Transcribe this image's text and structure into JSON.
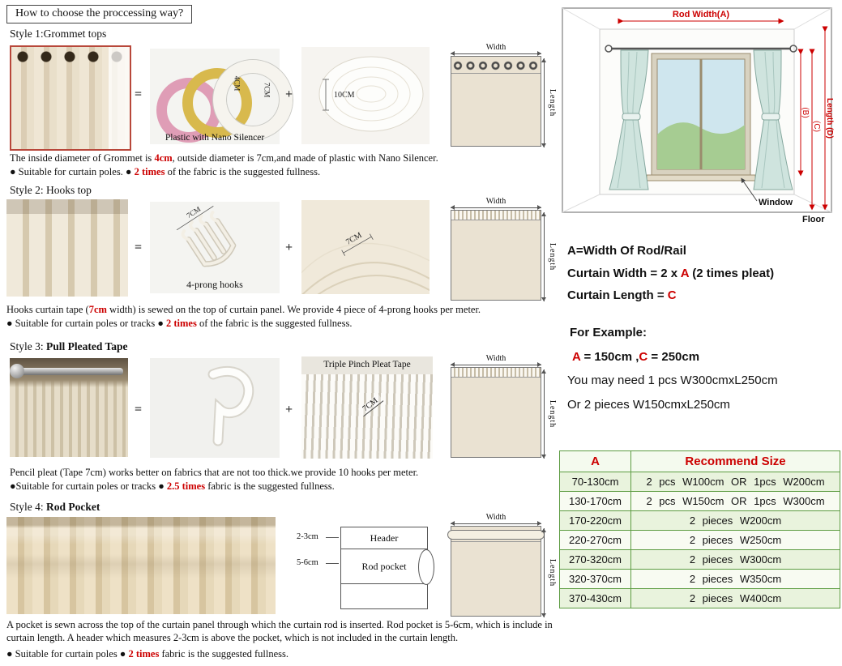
{
  "colors": {
    "accent_red": "#cc0000",
    "table_green": "#5d9c42",
    "curtain_teal": "#cfe4de",
    "panel_beige": "#eae2d2"
  },
  "header": {
    "title": "How to choose the proccessing way?"
  },
  "symbols": {
    "equals": "=",
    "plus": "+"
  },
  "dim_labels": {
    "width": "Width",
    "length": "Length"
  },
  "styles": [
    {
      "title_prefix": "Style 1:",
      "title_name": "Grommet tops",
      "img_labels": {
        "inner": "4CM",
        "outer": "7CM",
        "roll": "10CM"
      },
      "caption": "Plastic with Nano Silencer",
      "desc_1": "The inside diameter of Grommet is ",
      "desc_red": "4cm",
      "desc_2": ", outside diameter is 7cm,and made of  plastic with Nano Silencer.",
      "bullet_1": "● Suitable for curtain poles. ● ",
      "bullet_red": "2 times",
      "bullet_2": " of the fabric is the suggested fullness."
    },
    {
      "title_prefix": "Style 2: ",
      "title_name": "Hooks top",
      "img_labels": {
        "hook": "7CM",
        "tape": "7CM"
      },
      "caption": "4-prong hooks",
      "desc_1": "Hooks curtain tape (",
      "desc_red": "7cm",
      "desc_2": " width) is sewed on the top of curtain panel. We provide 4 piece of 4-prong hooks per meter.",
      "bullet_1": "● Suitable for curtain poles or tracks ● ",
      "bullet_red": "2 times",
      "bullet_2": " of the fabric is the suggested fullness."
    },
    {
      "title_prefix": "Style 3: ",
      "title_name": "Pull Pleated Tape",
      "img_labels": {
        "tape": "7CM"
      },
      "caption": "Triple Pinch Pleat Tape",
      "desc_1": "Pencil pleat (Tape 7cm) works better on fabrics that are not too thick.we provide 10 hooks per meter.",
      "desc_red": "",
      "desc_2": "",
      "bullet_1": "●Suitable for curtain poles or tracks ● ",
      "bullet_red": "2.5 times",
      "bullet_2": " fabric is the suggested fullness."
    },
    {
      "title_prefix": "Style 4: ",
      "title_name": "Rod Pocket",
      "img_labels": {
        "header_h": "2-3cm",
        "pocket_h": "5-6cm"
      },
      "box_labels": {
        "header": "Header",
        "pocket": "Rod pocket"
      },
      "desc_1": "A pocket is sewn across the top of the curtain panel through which the curtain rod is inserted. Rod pocket is 5-6cm, which is include in curtain length. A header which measures 2-3cm is above the pocket, which is not included in the curtain length.",
      "desc_red": "",
      "desc_2": "",
      "bullet_1": "● Suitable for curtain poles ● ",
      "bullet_red": "2 times",
      "bullet_2": " fabric is the suggested fullness."
    }
  ],
  "window_diagram": {
    "rod_width": "Rod Width(A)",
    "length_d": "Length (D)",
    "c": "(C)",
    "b": "(B)",
    "window": "Window",
    "floor": "Floor"
  },
  "formulas": {
    "line1": "A=Width Of Rod/Rail",
    "line2_1": "Curtain Width = 2 x ",
    "line2_red": "A",
    "line2_2": " (2 times pleat)",
    "line3_1": "Curtain Length =  ",
    "line3_red": "C",
    "example_title": "For Example:",
    "ex_a": "A",
    "ex_mid": " = 150cm ,",
    "ex_c": "C",
    "ex_end": " = 250cm",
    "ex_line2": "You may need 1 pcs W300cmxL250cm",
    "ex_line3": "Or 2 pieces W150cmxL250cm"
  },
  "size_table": {
    "headers": [
      "A",
      "Recommend Size"
    ],
    "rows": [
      [
        "70-130cm",
        "2 pcs W100cm OR 1pcs W200cm"
      ],
      [
        "130-170cm",
        "2 pcs W150cm OR 1pcs W300cm"
      ],
      [
        "170-220cm",
        "2 pieces W200cm"
      ],
      [
        "220-270cm",
        "2 pieces W250cm"
      ],
      [
        "270-320cm",
        "2 pieces W300cm"
      ],
      [
        "320-370cm",
        "2 pieces W350cm"
      ],
      [
        "370-430cm",
        "2 pieces W400cm"
      ]
    ]
  }
}
